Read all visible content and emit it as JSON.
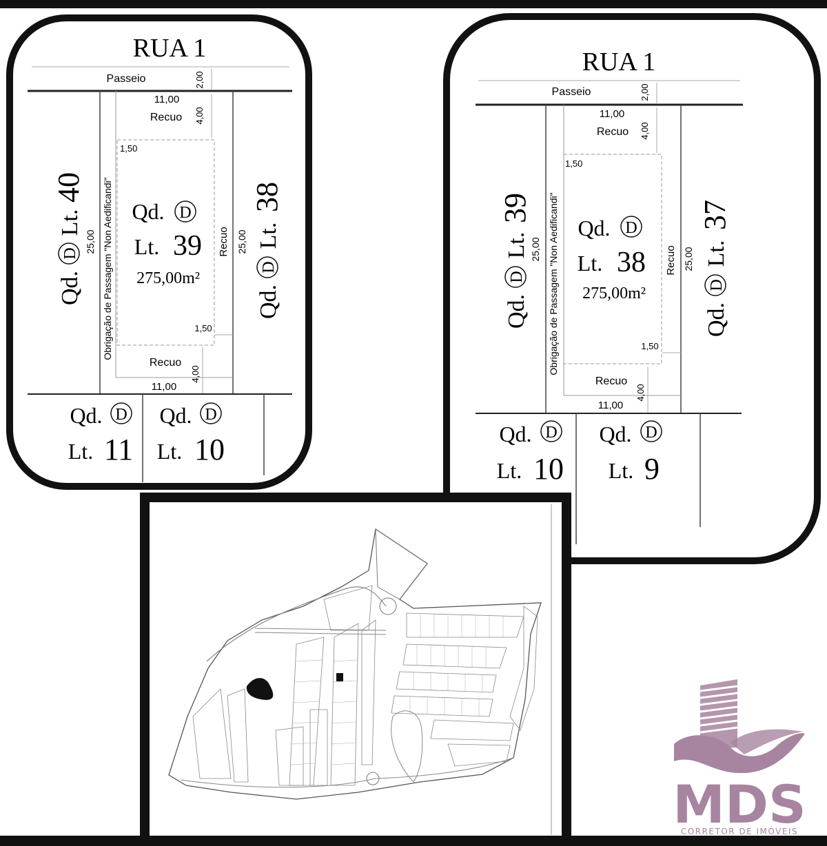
{
  "plan_left": {
    "street": "RUA 1",
    "sidewalk": "Passeio",
    "sidewalk_width": "2,00",
    "front_width": "11,00",
    "front_setback": "Recuo",
    "front_setback_depth": "4,00",
    "side_offset_top": "1,50",
    "side_offset_bottom": "1,50",
    "depth_left": "25,00",
    "depth_right": "25,00",
    "side_setback": "Recuo",
    "easement": "Obrigação de Passagem \"Non Aedificandi\"",
    "rear_setback": "Recuo",
    "rear_setback_depth": "4,00",
    "rear_width": "11,00",
    "qd_prefix": "Qd.",
    "block_letter": "D",
    "lot_prefix": "Lt.",
    "lot_number": "39",
    "area": "275,00m²",
    "left_neighbor": {
      "qd": "Qd.",
      "letter": "D",
      "lt": "Lt.",
      "num": "40"
    },
    "right_neighbor": {
      "qd": "Qd.",
      "letter": "D",
      "lt": "Lt.",
      "num": "38"
    },
    "rear_neighbors": [
      {
        "qd": "Qd.",
        "letter": "D",
        "lt": "Lt.",
        "num": "11"
      },
      {
        "qd": "Qd.",
        "letter": "D",
        "lt": "Lt.",
        "num": "10"
      }
    ]
  },
  "plan_right": {
    "street": "RUA 1",
    "sidewalk": "Passeio",
    "sidewalk_width": "2,00",
    "front_width": "11,00",
    "front_setback": "Recuo",
    "front_setback_depth": "4,00",
    "side_offset_top": "1,50",
    "side_offset_bottom": "1,50",
    "depth_left": "25,00",
    "depth_right": "25,00",
    "side_setback": "Recuo",
    "easement": "Obrigação de Passagem \"Non Aedificandi\"",
    "rear_setback": "Recuo",
    "rear_setback_depth": "4,00",
    "rear_width": "11,00",
    "qd_prefix": "Qd.",
    "block_letter": "D",
    "lot_prefix": "Lt.",
    "lot_number": "38",
    "area": "275,00m²",
    "left_neighbor": {
      "qd": "Qd.",
      "letter": "D",
      "lt": "Lt.",
      "num": "39"
    },
    "right_neighbor": {
      "qd": "Qd.",
      "letter": "D",
      "lt": "Lt.",
      "num": "37"
    },
    "rear_neighbors": [
      {
        "qd": "Qd.",
        "letter": "D",
        "lt": "Lt.",
        "num": "10"
      },
      {
        "qd": "Qd.",
        "letter": "D",
        "lt": "Lt.",
        "num": "9"
      }
    ]
  },
  "logo": {
    "name": "MDS",
    "tagline": "CORRETOR DE IMÓVEIS",
    "color": "#a7849f"
  }
}
